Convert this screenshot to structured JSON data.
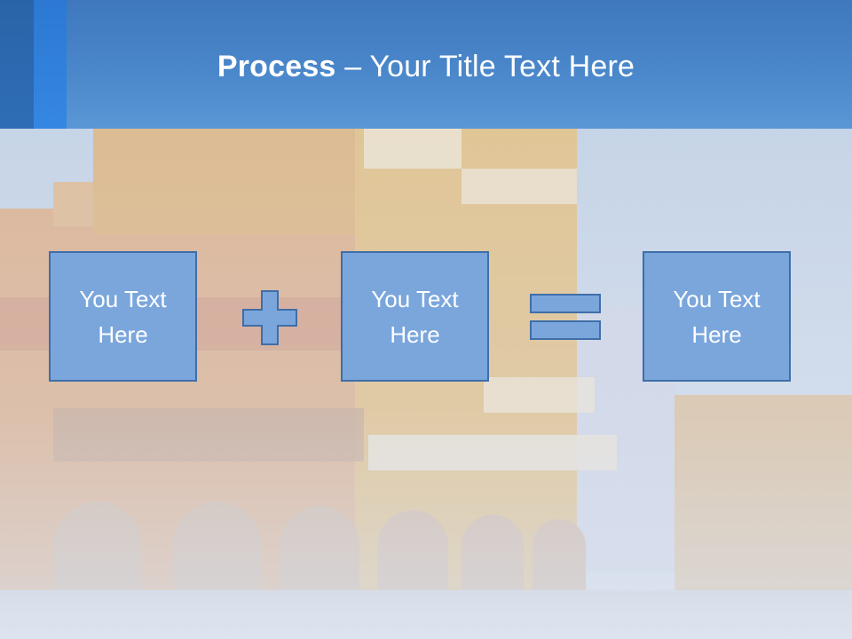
{
  "header": {
    "title_bold": "Process",
    "title_rest": " – Your Title Text Here"
  },
  "process": {
    "boxes": [
      {
        "label": "You Text\nHere"
      },
      {
        "label": "You Text\nHere"
      },
      {
        "label": "You Text\nHere"
      }
    ],
    "operators": [
      "plus-icon",
      "equals-icon"
    ]
  },
  "colors": {
    "header": "#4a87ca",
    "box_fill": "#7aa6dc",
    "box_border": "#3f6ea8",
    "text": "#ffffff"
  }
}
